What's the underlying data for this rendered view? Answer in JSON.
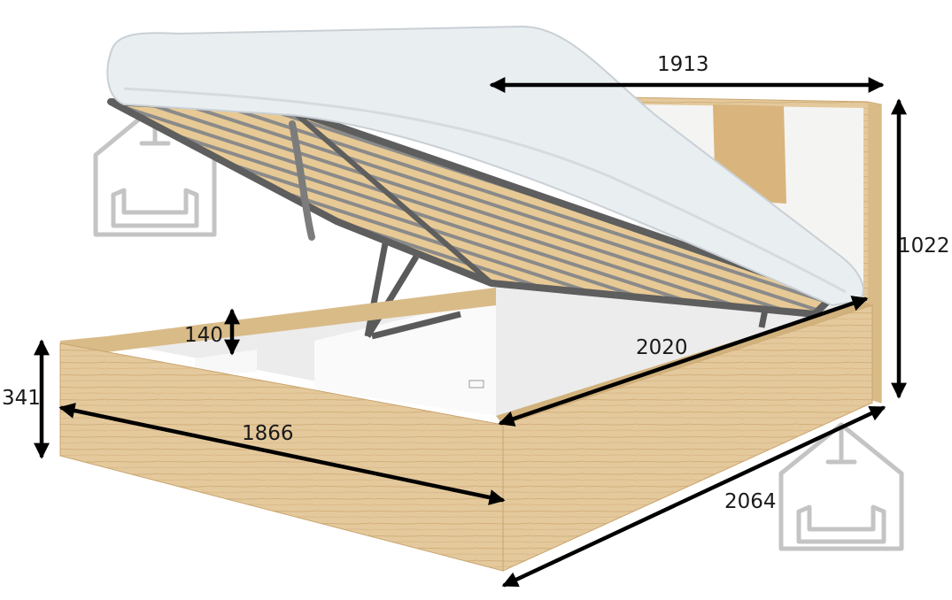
{
  "dimensions": {
    "headboard_width": "1913",
    "headboard_height": "1022",
    "inner_length": "2020",
    "storage_depth": "140",
    "base_height": "341",
    "inner_width": "1866",
    "total_length": "2064"
  },
  "colors": {
    "oak": "#e3c79a",
    "oak_dark": "#c9a46e",
    "mattress": "#e8edf0",
    "frame": "#5e5e5e",
    "slat": "#e7c995",
    "arrow": "#000000",
    "watermark": "#c4c4c4"
  },
  "watermark_icons": [
    "house-sofa-icon",
    "house-sofa-icon"
  ]
}
